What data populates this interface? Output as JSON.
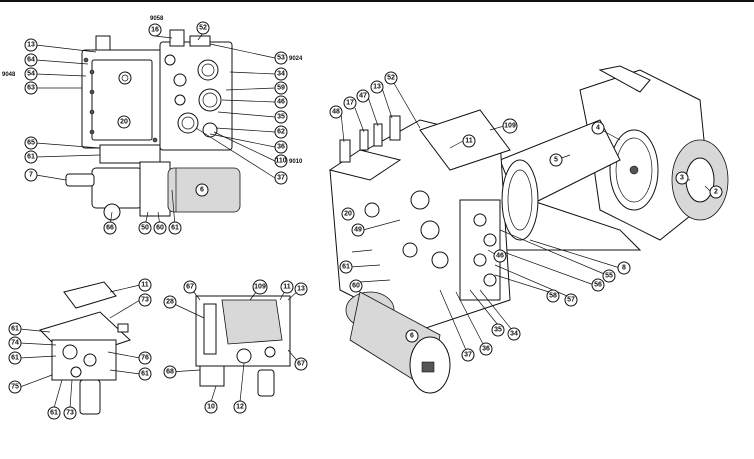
{
  "callouts": {
    "top_view": [
      "13",
      "16",
      "52",
      "53",
      "64",
      "54",
      "63",
      "34",
      "59",
      "46",
      "35",
      "62",
      "36",
      "110",
      "37",
      "65",
      "61",
      "7",
      "6",
      "66",
      "50",
      "60",
      "61",
      "20"
    ],
    "iso_view": [
      "48",
      "17",
      "47",
      "13",
      "52",
      "109",
      "11",
      "4",
      "5",
      "3",
      "2",
      "20",
      "49",
      "61",
      "60",
      "6",
      "37",
      "36",
      "35",
      "34",
      "58",
      "57",
      "56",
      "55",
      "8",
      "46"
    ],
    "bottom_left": [
      "11",
      "73",
      "61",
      "74",
      "61",
      "75",
      "76",
      "61",
      "61",
      "73"
    ],
    "bottom_mid": [
      "67",
      "109",
      "11",
      "13",
      "28",
      "67",
      "68",
      "10",
      "12"
    ]
  },
  "labels": {
    "l9058": "9058",
    "l9024": "9024",
    "l9048": "9048",
    "l9010": "9010"
  }
}
